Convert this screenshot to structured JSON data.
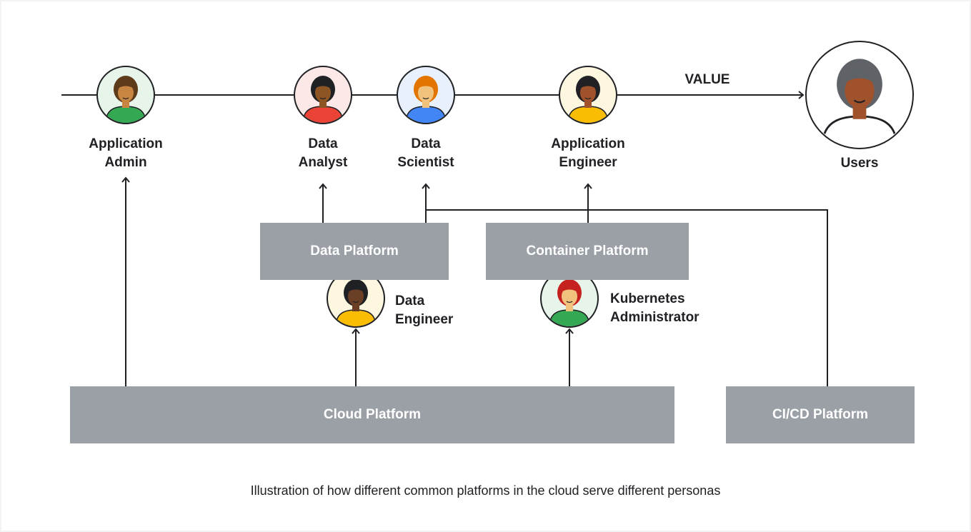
{
  "value_label": "VALUE",
  "personas": {
    "application_admin": "Application\nAdmin",
    "data_analyst": "Data\nAnalyst",
    "data_scientist": "Data\nScientist",
    "application_engineer": "Application\nEngineer",
    "users": "Users",
    "data_engineer": "Data\nEngineer",
    "kubernetes_administrator": "Kubernetes\nAdministrator"
  },
  "platforms": {
    "data_platform": "Data Platform",
    "container_platform": "Container Platform",
    "cloud_platform": "Cloud Platform",
    "cicd_platform": "CI/CD Platform"
  },
  "caption": "Illustration of how different common platforms in the cloud serve different personas",
  "colors": {
    "platform_box": "#9aa0a6",
    "line": "#202124",
    "avatar_outline": "#202124"
  },
  "avatars": [
    {
      "name": "application-admin-avatar",
      "bg": "#e6f4ea",
      "skin": "#c68642",
      "hair": "#5d3a1a",
      "shirt": "#34a853"
    },
    {
      "name": "data-analyst-avatar",
      "bg": "#fce8e6",
      "skin": "#8d5524",
      "hair": "#202124",
      "shirt": "#ea4335"
    },
    {
      "name": "data-scientist-avatar",
      "bg": "#e8f0fe",
      "skin": "#f1c27d",
      "hair": "#e37400",
      "shirt": "#4285f4"
    },
    {
      "name": "application-engineer-avatar",
      "bg": "#fef7e0",
      "skin": "#a0522d",
      "hair": "#202124",
      "shirt": "#fbbc04"
    },
    {
      "name": "users-avatar",
      "bg": "#ffffff",
      "skin": "#a0522d",
      "hair": "#5f6368",
      "shirt": "#ffffff"
    },
    {
      "name": "data-engineer-avatar",
      "bg": "#fef7e0",
      "skin": "#6b3e26",
      "hair": "#202124",
      "shirt": "#fbbc04"
    },
    {
      "name": "kubernetes-administrator-avatar",
      "bg": "#e6f4ea",
      "skin": "#f1c27d",
      "hair": "#c5221f",
      "shirt": "#34a853"
    }
  ]
}
